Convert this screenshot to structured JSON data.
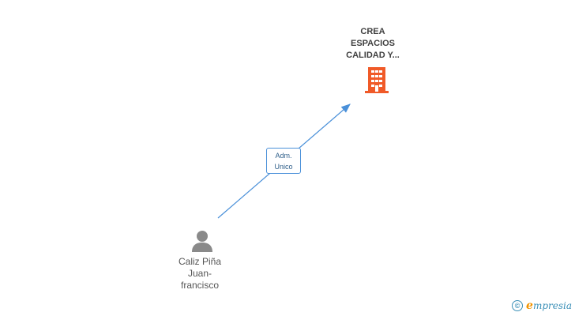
{
  "company": {
    "name_lines": [
      "CREA",
      "ESPACIOS",
      "CALIDAD Y..."
    ],
    "icon": "building-icon",
    "color": "#f05a28"
  },
  "person": {
    "name_lines": [
      "Caliz Piña",
      "Juan-",
      "francisco"
    ],
    "icon": "person-icon",
    "color": "#8a8a8a"
  },
  "relationship": {
    "label_lines": [
      "Adm.",
      "Unico"
    ],
    "color": "#4a90d9"
  },
  "footer": {
    "copyright_symbol": "©",
    "brand_initial": "e",
    "brand_rest": "mpresia"
  }
}
